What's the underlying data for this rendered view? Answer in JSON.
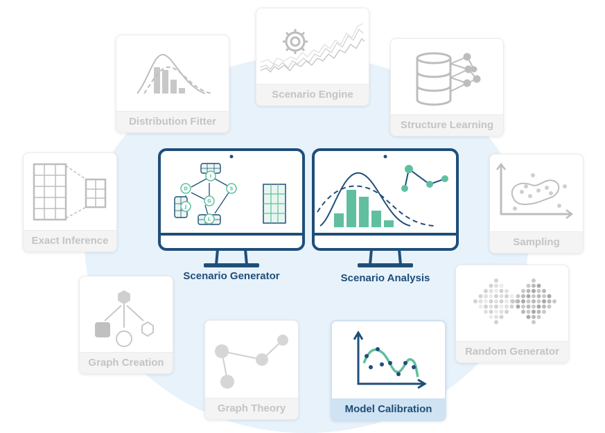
{
  "cards": {
    "scenario_engine": "Scenario Engine",
    "distribution_fitter": "Distribution Fitter",
    "structure_learning": "Structure Learning",
    "exact_inference": "Exact Inference",
    "sampling": "Sampling",
    "graph_creation": "Graph Creation",
    "random_generator": "Random Generator",
    "graph_theory": "Graph Theory",
    "model_calibration": "Model Calibration"
  },
  "monitors": {
    "generator": {
      "label": "Scenario Generator",
      "nodes": [
        "I",
        "D",
        "S",
        "G",
        "J",
        "L"
      ]
    },
    "analysis": {
      "label": "Scenario Analysis"
    }
  },
  "colors": {
    "accent_dark": "#1f4e79",
    "accent_teal": "#5fbf9e",
    "inactive_gray": "#c4c4c4",
    "background_blob": "#e7f2fb",
    "active_label_bg": "#cfe3f3"
  },
  "icons": [
    "gear-icon",
    "database-network-icon",
    "bell-curve-histogram-icon",
    "table-zoom-icon",
    "scatter-cluster-icon",
    "shape-tree-icon",
    "dot-diamond-icon",
    "node-graph-icon",
    "fit-curve-icon"
  ]
}
